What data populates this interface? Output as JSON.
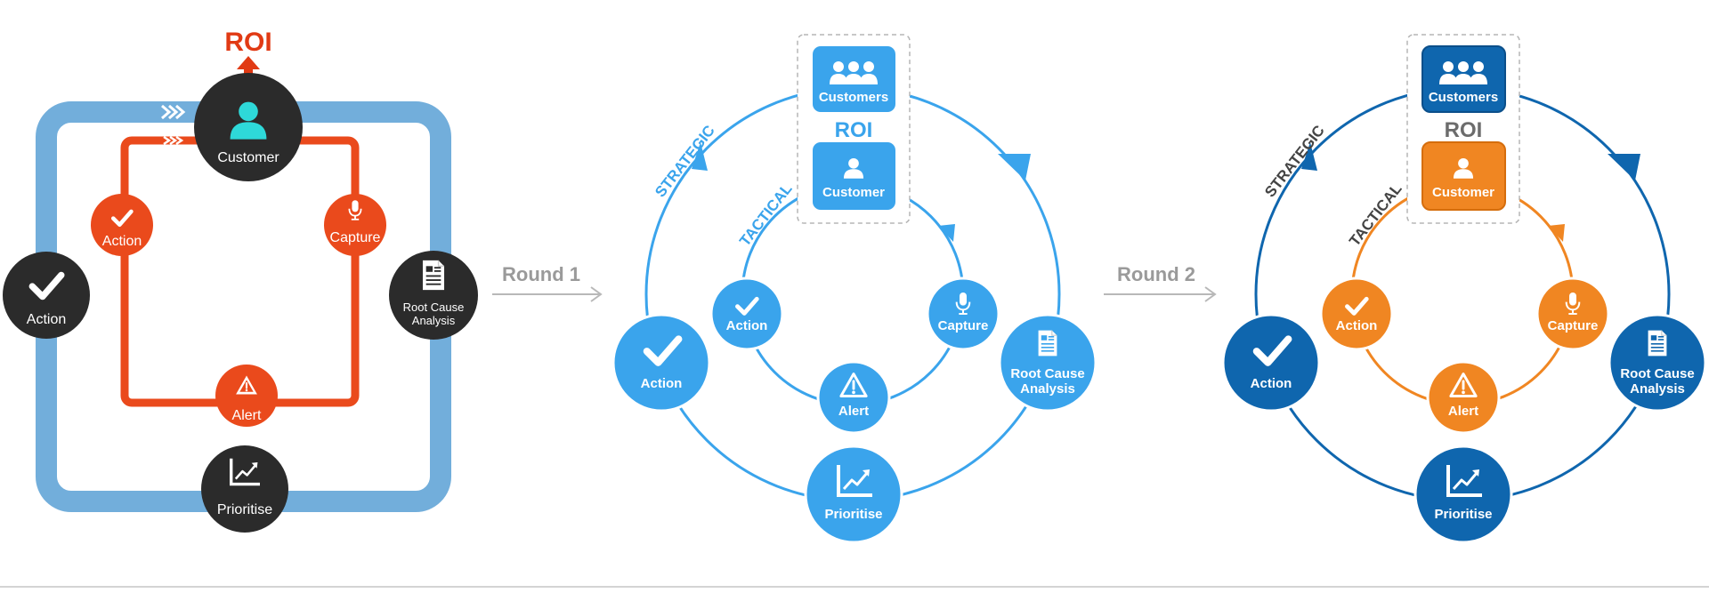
{
  "colors": {
    "panel1_square": "#72aedb",
    "panel1_loop": "#ea4a1c",
    "panel1_dark": "#2b2b2b",
    "panel1_roi": "#e13a14",
    "panel2_main": "#3aa4ec",
    "panel3_strategic": "#0f66ae",
    "panel3_tactical": "#f08622",
    "arrow_grey": "#b8b8b8",
    "label_grey": "#9a9a9a",
    "roi_grey": "#6c6c6c"
  },
  "panel1": {
    "roi": "ROI",
    "nodes": {
      "customer": {
        "label": "Customer",
        "icon": "user-icon"
      },
      "action_inner": {
        "label": "Action",
        "icon": "check-icon"
      },
      "capture": {
        "label": "Capture",
        "icon": "microphone-icon"
      },
      "action_outer": {
        "label": "Action",
        "icon": "check-icon"
      },
      "root_cause": {
        "label1": "Root Cause",
        "label2": "Analysis",
        "icon": "document-icon"
      },
      "alert": {
        "label": "Alert",
        "icon": "warning-icon"
      },
      "prioritise": {
        "label": "Prioritise",
        "icon": "chart-icon"
      }
    }
  },
  "round1": {
    "label": "Round 1"
  },
  "round2": {
    "label": "Round 2"
  },
  "panel2": {
    "strategic": "STRATEGIC",
    "tactical": "TACTICAL",
    "roi": "ROI",
    "customers": {
      "label": "Customers",
      "icon": "group-icon"
    },
    "customer": {
      "label": "Customer",
      "icon": "user-icon"
    },
    "action_inner": {
      "label": "Action",
      "icon": "check-icon"
    },
    "capture": {
      "label": "Capture",
      "icon": "microphone-icon"
    },
    "alert": {
      "label": "Alert",
      "icon": "warning-icon"
    },
    "action_outer": {
      "label": "Action",
      "icon": "check-icon"
    },
    "root_cause": {
      "label1": "Root Cause",
      "label2": "Analysis",
      "icon": "document-icon"
    },
    "prioritise": {
      "label": "Prioritise",
      "icon": "chart-icon"
    }
  },
  "panel3": {
    "strategic": "STRATEGIC",
    "tactical": "TACTICAL",
    "roi": "ROI",
    "customers": {
      "label": "Customers",
      "icon": "group-icon"
    },
    "customer": {
      "label": "Customer",
      "icon": "user-icon"
    },
    "action_inner": {
      "label": "Action",
      "icon": "check-icon"
    },
    "capture": {
      "label": "Capture",
      "icon": "microphone-icon"
    },
    "alert": {
      "label": "Alert",
      "icon": "warning-icon"
    },
    "action_outer": {
      "label": "Action",
      "icon": "check-icon"
    },
    "root_cause": {
      "label1": "Root Cause",
      "label2": "Analysis",
      "icon": "document-icon"
    },
    "prioritise": {
      "label": "Prioritise",
      "icon": "chart-icon"
    }
  }
}
